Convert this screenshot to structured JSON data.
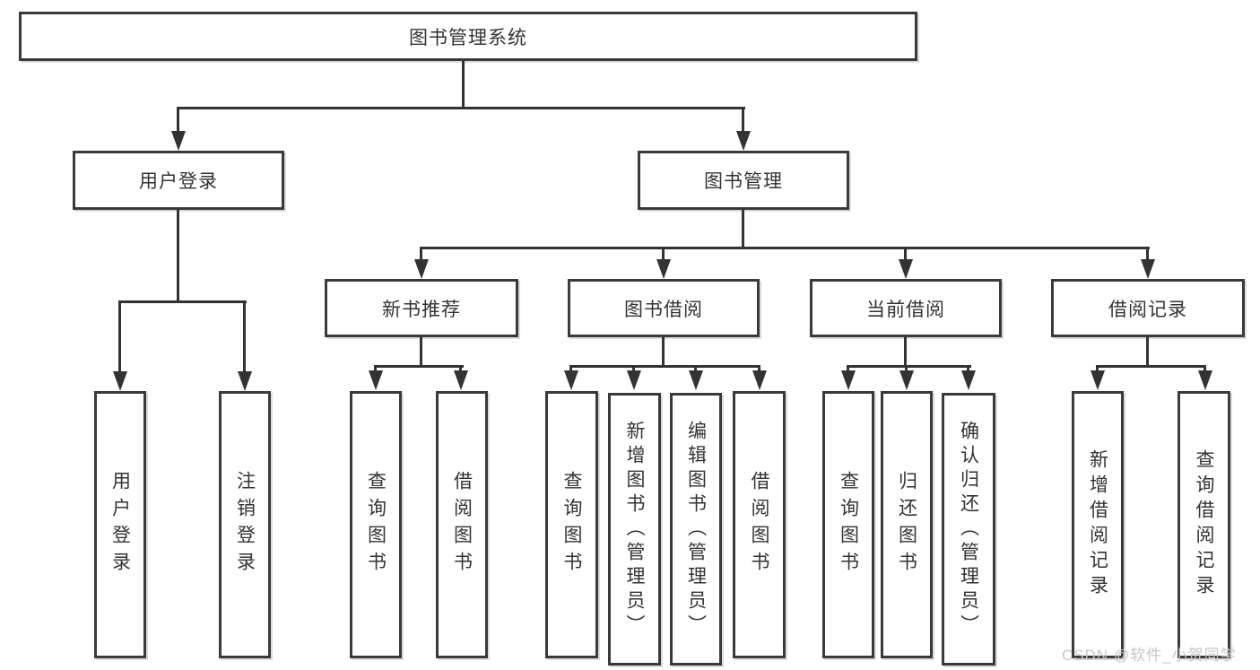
{
  "diagram": {
    "type": "hierarchy-tree",
    "colors": {
      "line": "#333333",
      "box_border": "#3a3a3a",
      "box_fill": "#ffffff",
      "text": "#333333",
      "watermark": "#c7c7c7",
      "background": "#ffffff"
    }
  },
  "tree": {
    "root": {
      "label": "图书管理系统",
      "children": [
        {
          "label": "用户登录",
          "children": [
            {
              "label": "用户登录"
            },
            {
              "label": "注销登录"
            }
          ]
        },
        {
          "label": "图书管理",
          "children": [
            {
              "label": "新书推荐",
              "children": [
                {
                  "label": "查询图书"
                },
                {
                  "label": "借阅图书"
                }
              ]
            },
            {
              "label": "图书借阅",
              "children": [
                {
                  "label": "查询图书"
                },
                {
                  "label": "新增图书（管理员）"
                },
                {
                  "label": "编辑图书（管理员）"
                },
                {
                  "label": "借阅图书"
                }
              ]
            },
            {
              "label": "当前借阅",
              "children": [
                {
                  "label": "查询图书"
                },
                {
                  "label": "归还图书"
                },
                {
                  "label": "确认归还（管理员）"
                }
              ]
            },
            {
              "label": "借阅记录",
              "children": [
                {
                  "label": "新增借阅记录"
                },
                {
                  "label": "查询借阅记录"
                }
              ]
            }
          ]
        }
      ]
    }
  },
  "watermark": {
    "text": "CSDN @软件_小贺同学"
  }
}
